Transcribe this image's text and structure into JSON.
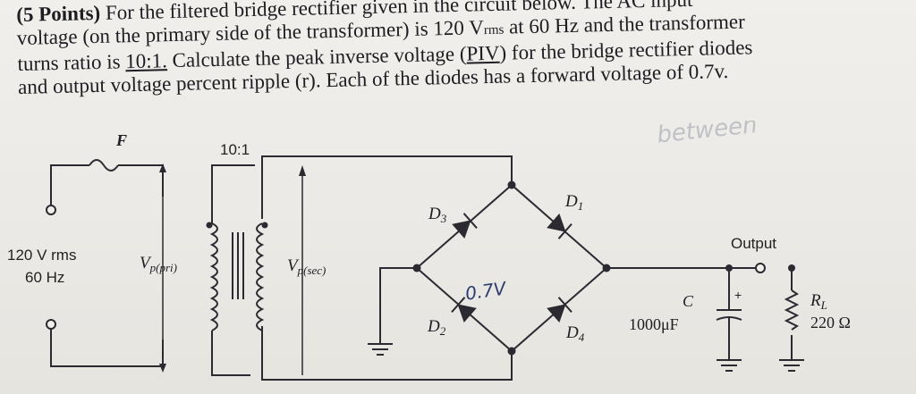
{
  "problem": {
    "points": "(5 Points)",
    "line1_rest": " For the filtered bridge rectifier given in the circuit below. The AC input",
    "line2_a": "voltage (on the primary side of the transformer) is 120 V",
    "line2_sub": "rms",
    "line2_b": " at 60 Hz and the transformer",
    "line3_a": "turns ratio is ",
    "line3_ratio": "10:1.",
    "line3_b": " Calculate the peak inverse voltage (",
    "line3_piv": "PIV",
    "line3_c": ") for the bridge rectifier diodes",
    "line4": "and output voltage percent ripple (r). Each of the diodes has a forward voltage of 0.7v."
  },
  "circuit": {
    "fuse_label": "F",
    "ratio_label": "10:1",
    "source_voltage": "120 V rms",
    "source_freq": "60 Hz",
    "v_pri": "V",
    "v_pri_sub": "p(pri)",
    "v_sec": "V",
    "v_sec_sub": "p(sec)",
    "d1": "D",
    "d1_sub": "1",
    "d2": "D",
    "d2_sub": "2",
    "d3": "D",
    "d3_sub": "3",
    "d4": "D",
    "d4_sub": "4",
    "output_label": "Output",
    "cap_label": "C",
    "cap_value": "1000μF",
    "cap_plus": "+",
    "rl_label": "R",
    "rl_sub": "L",
    "rl_value": "220 Ω"
  },
  "annotations": {
    "handwritten_drop": "0.7V",
    "pencil_notes": "between"
  }
}
